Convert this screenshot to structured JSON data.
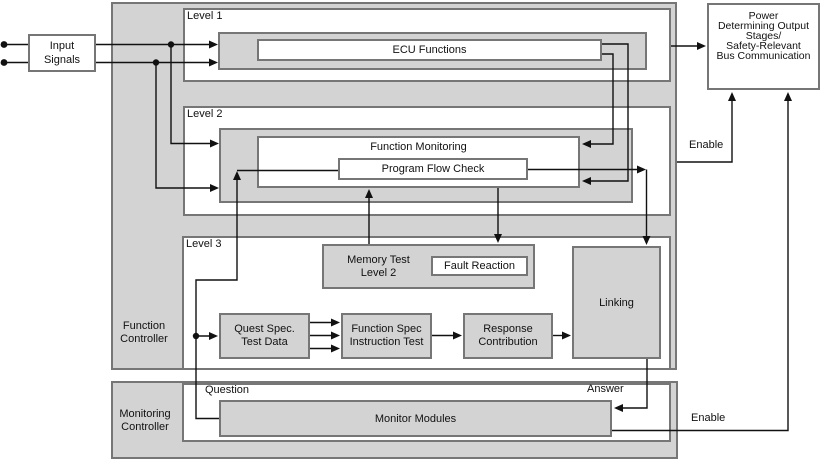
{
  "colors": {
    "box_fill": "#d3d3d3",
    "box_border": "#767676",
    "line": "#111111",
    "text": "#111111",
    "background": "#ffffff"
  },
  "containers": {
    "function_controller": {
      "label": "Function\nController"
    },
    "monitoring_controller": {
      "label": "Monitoring\nController"
    },
    "level1": {
      "label": "Level 1"
    },
    "level2": {
      "label": "Level 2"
    },
    "level3": {
      "label": "Level 3"
    }
  },
  "blocks": {
    "input_signals": "Input\nSignals",
    "ecu_functions": "ECU Functions",
    "function_monitoring": "Function Monitoring",
    "program_flow_check": "Program Flow Check",
    "memory_test_level2": "Memory Test\nLevel 2",
    "fault_reaction": "Fault Reaction",
    "quest_spec_test_data": "Quest Spec.\nTest Data",
    "function_spec_instruction_test": "Function Spec\nInstruction Test",
    "response_contribution": "Response\nContribution",
    "linking": "Linking",
    "monitor_modules": "Monitor Modules",
    "power_output_stages": "Power\nDetermining Output\nStages/\nSafety-Relevant\nBus Communication"
  },
  "flow_labels": {
    "question": "Question",
    "answer": "Answer",
    "enable_level1": "Enable",
    "enable_monitor": "Enable"
  }
}
